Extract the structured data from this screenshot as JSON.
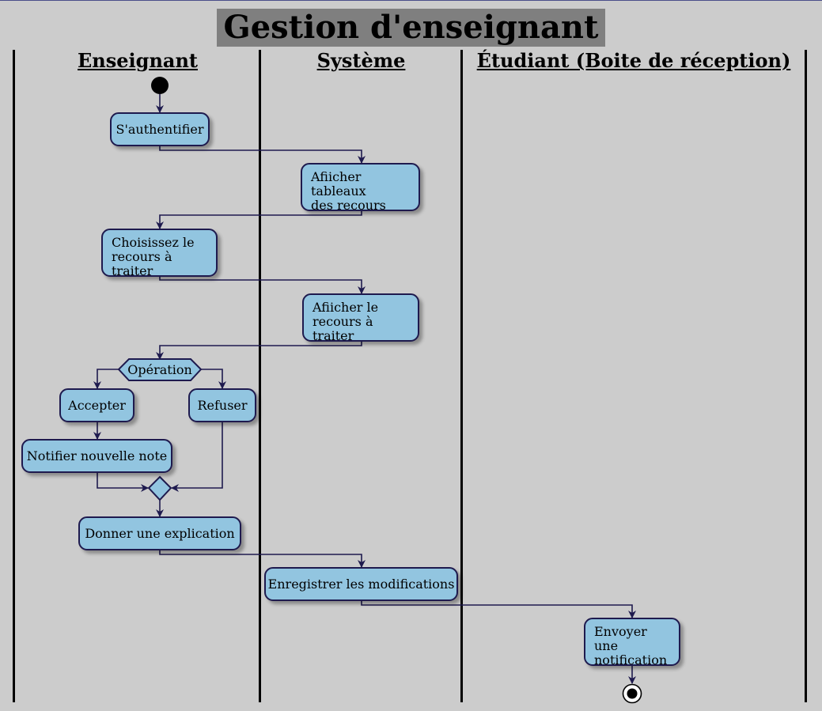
{
  "title": "Gestion d'enseignant",
  "lanes": [
    {
      "name": "Enseignant"
    },
    {
      "name": "Système"
    },
    {
      "name": "Étudiant (Boite de réception)"
    }
  ],
  "activities": {
    "authenticate": "S'authentifier",
    "show_tables": "Afiicher tableaux\ndes recours",
    "choose_recourse": "Choisissez le\nrecours à traiter",
    "show_recourse": "Afiicher le\nrecours à traiter",
    "accept": "Accepter",
    "refuse": "Refuser",
    "notify_grade": "Notifier nouvelle note",
    "give_explanation": "Donner une explication",
    "save_changes": "Enregistrer les modifications",
    "send_notification": "Envoyer une\nnotification"
  },
  "decision": {
    "label": "Opération"
  },
  "colors": {
    "background": "#cccccc",
    "activity_fill": "#92c5e0",
    "border": "#1e1a4e",
    "title_background": "#7f7f7f"
  }
}
